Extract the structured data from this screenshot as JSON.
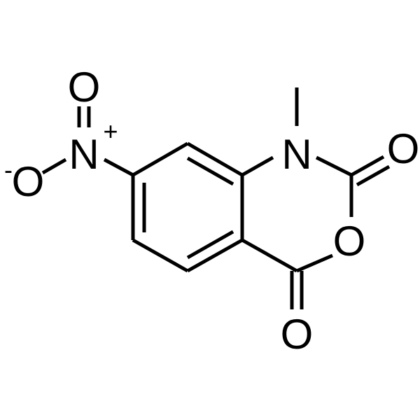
{
  "atoms": {
    "nitro_o_top": "O",
    "nitro_n": "N",
    "nitro_n_charge": "+",
    "nitro_o_minus_charge": "-",
    "nitro_o_minus": "O",
    "ring_n": "N",
    "carbonyl_o_right": "O",
    "ring_o": "O",
    "carbonyl_o_bottom": "O"
  },
  "colors": {
    "ink": "#000000",
    "background": "#ffffff"
  }
}
